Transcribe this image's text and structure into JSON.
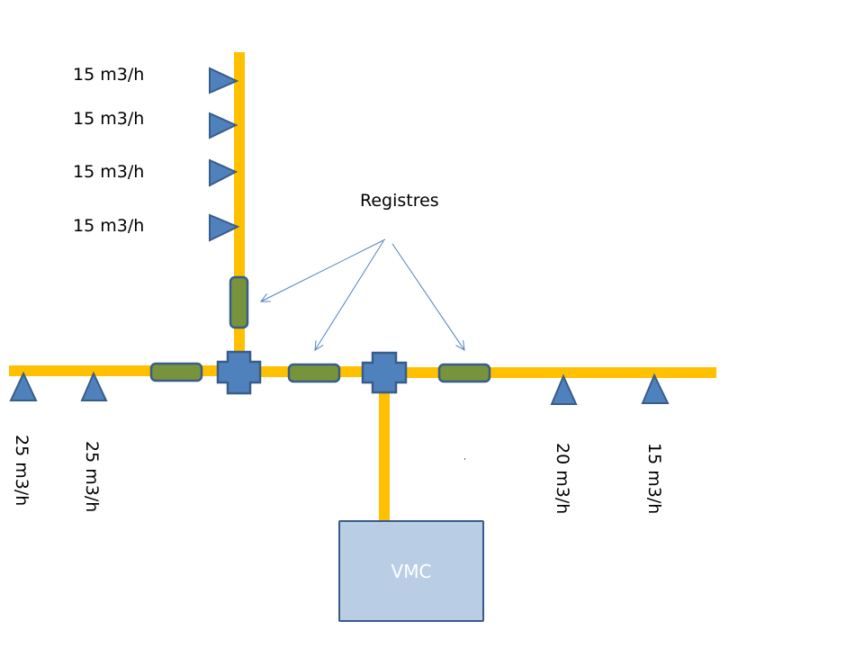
{
  "colors": {
    "duct": "#ffc000",
    "terminal_fill": "#4f81bd",
    "terminal_stroke": "#385d8a",
    "damper_fill": "#77933c",
    "damper_stroke": "#385d8a",
    "junction_fill": "#4f81bd",
    "junction_stroke": "#385d8a",
    "vmc_fill": "#b9cde5",
    "arrow": "#4f81bd"
  },
  "annotation": {
    "label": "Registres",
    "points_to": [
      "damper-vertical",
      "damper-center",
      "damper-right"
    ]
  },
  "vertical_branch": {
    "terminals": [
      {
        "label": "15 m3/h"
      },
      {
        "label": "15 m3/h"
      },
      {
        "label": "15 m3/h"
      },
      {
        "label": "15 m3/h"
      }
    ]
  },
  "left_branch": {
    "terminals": [
      {
        "label": "25 m3/h"
      },
      {
        "label": "25 m3/h"
      }
    ]
  },
  "right_branch": {
    "terminals": [
      {
        "label": "20 m3/h"
      },
      {
        "label": "15 m3/h"
      }
    ]
  },
  "unit": {
    "label": "VMC"
  }
}
